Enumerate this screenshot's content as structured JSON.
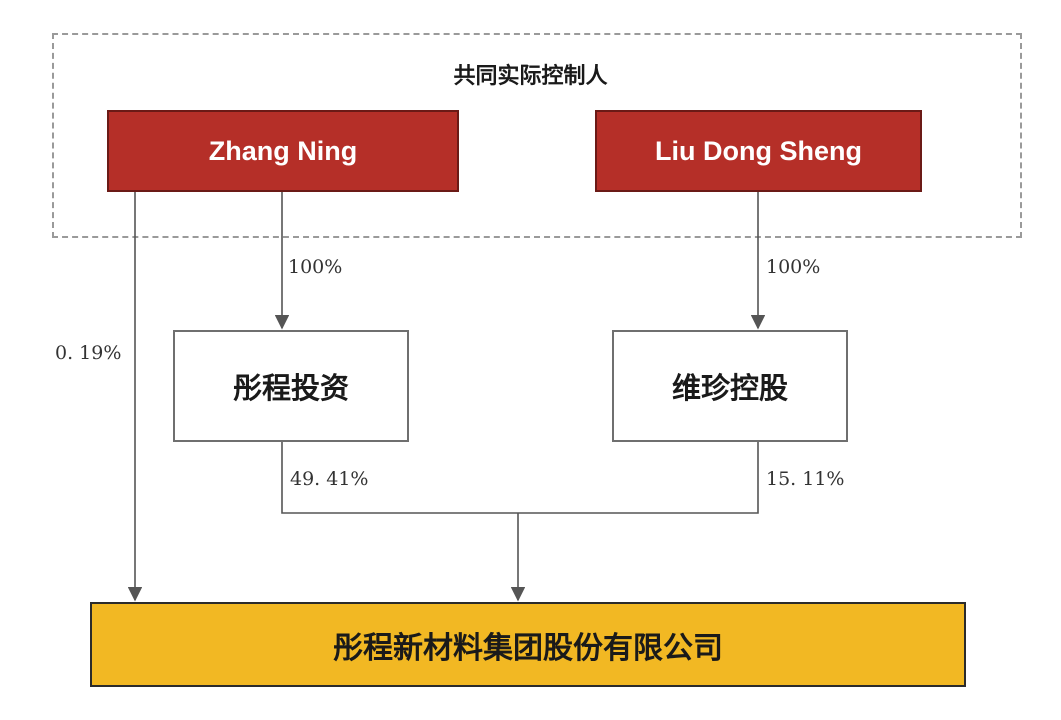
{
  "group_label": "共同实际控制人",
  "persons": [
    {
      "name": "Zhang Ning"
    },
    {
      "name": "Liu Dong Sheng"
    }
  ],
  "holdings": [
    {
      "name": "彤程投资"
    },
    {
      "name": "维珍控股"
    }
  ],
  "company": {
    "name": "彤程新材料集团股份有限公司"
  },
  "percentages": {
    "zhang_to_tongcheng": "100%",
    "liu_to_weizhen": "100%",
    "zhang_direct": "0. 19%",
    "tongcheng_to_company": "49. 41%",
    "weizhen_to_company": "15. 11%"
  },
  "colors": {
    "person_fill": "#b52f28",
    "company_fill": "#f2b823",
    "line": "#555555"
  }
}
